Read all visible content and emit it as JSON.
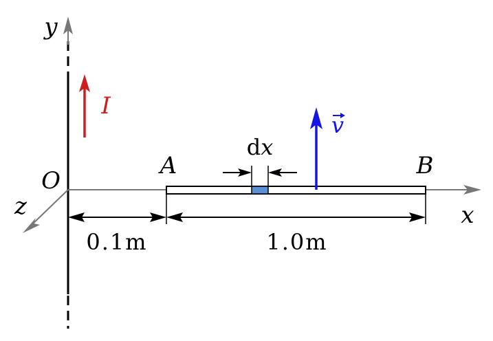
{
  "axes": {
    "x_label": "x",
    "y_label": "y",
    "z_label": "z",
    "origin_label": "O"
  },
  "current": {
    "label": "I",
    "color": "#cc1f1f"
  },
  "rod": {
    "end_a_label": "A",
    "end_b_label": "B",
    "element_label_prefix": "d",
    "element_label_var": "x",
    "element_fill": "#5b8fd6"
  },
  "velocity": {
    "label": "v",
    "color": "#1515e6"
  },
  "dimensions": {
    "offset_label": "0.1m",
    "length_label": "1.0m"
  },
  "colors": {
    "axis": "#777777",
    "wire": "#000000",
    "dimension_lines": "#000000"
  }
}
